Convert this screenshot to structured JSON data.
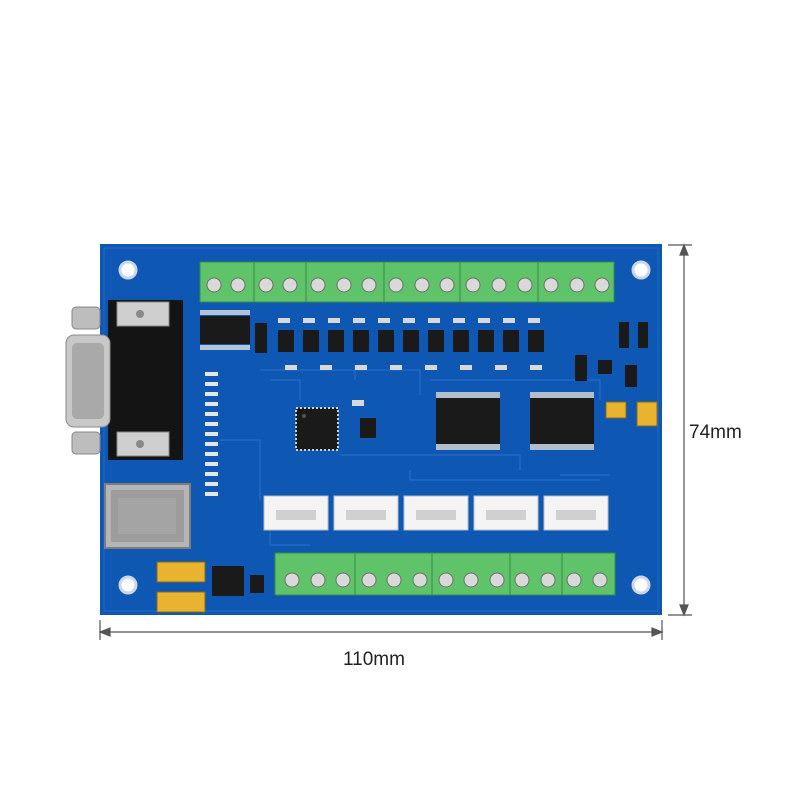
{
  "dimensions": {
    "width_label": "110mm",
    "height_label": "74mm"
  },
  "board": {
    "pcb_color": "#0e57b3",
    "terminal_color": "#5fc36a",
    "chip_color": "#1a1a1a",
    "top_terminal_blocks": 6,
    "bottom_terminal_blocks": 5,
    "white_connectors": 5
  }
}
